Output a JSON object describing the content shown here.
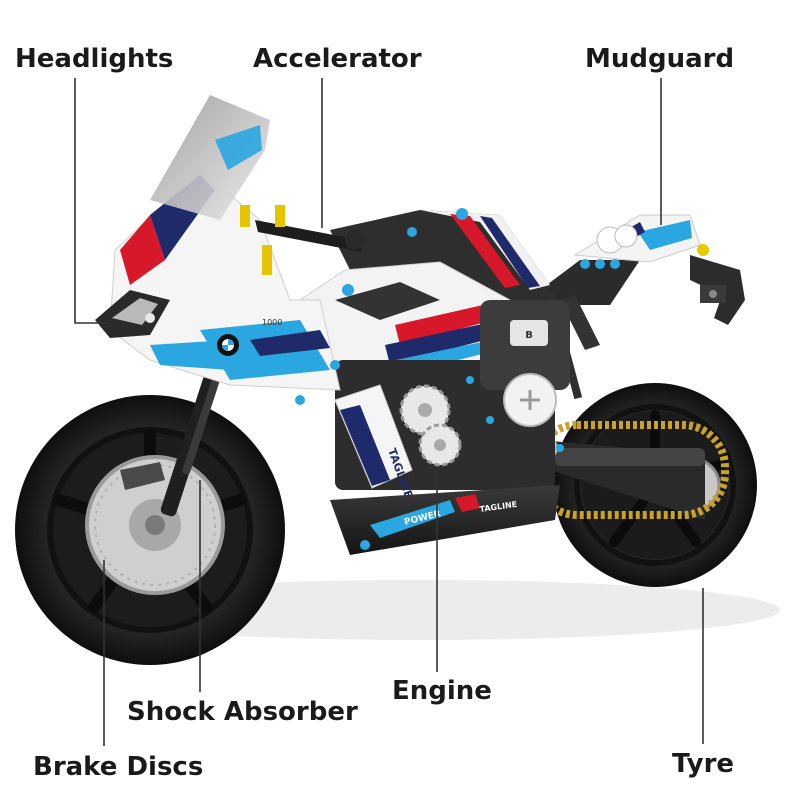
{
  "labels": {
    "headlights": "Headlights",
    "accelerator": "Accelerator",
    "mudguard": "Mudguard",
    "shock_absorber": "Shock Absorber",
    "engine": "Engine",
    "brake_discs": "Brake Discs",
    "tyre": "Tyre"
  },
  "bike_text": {
    "model_number": "1000",
    "tank_brand": "TAGLINE",
    "power_decal": "POWER",
    "belly_brand": "TAGLINE"
  },
  "colors": {
    "label_text": "#1a1a1a",
    "leader_line": "#333333",
    "livery_blue": "#2aa6e0",
    "livery_navy": "#1f2a6b",
    "livery_red": "#d7182a",
    "frame_black": "#222222",
    "chain_gold": "#c9a227"
  }
}
